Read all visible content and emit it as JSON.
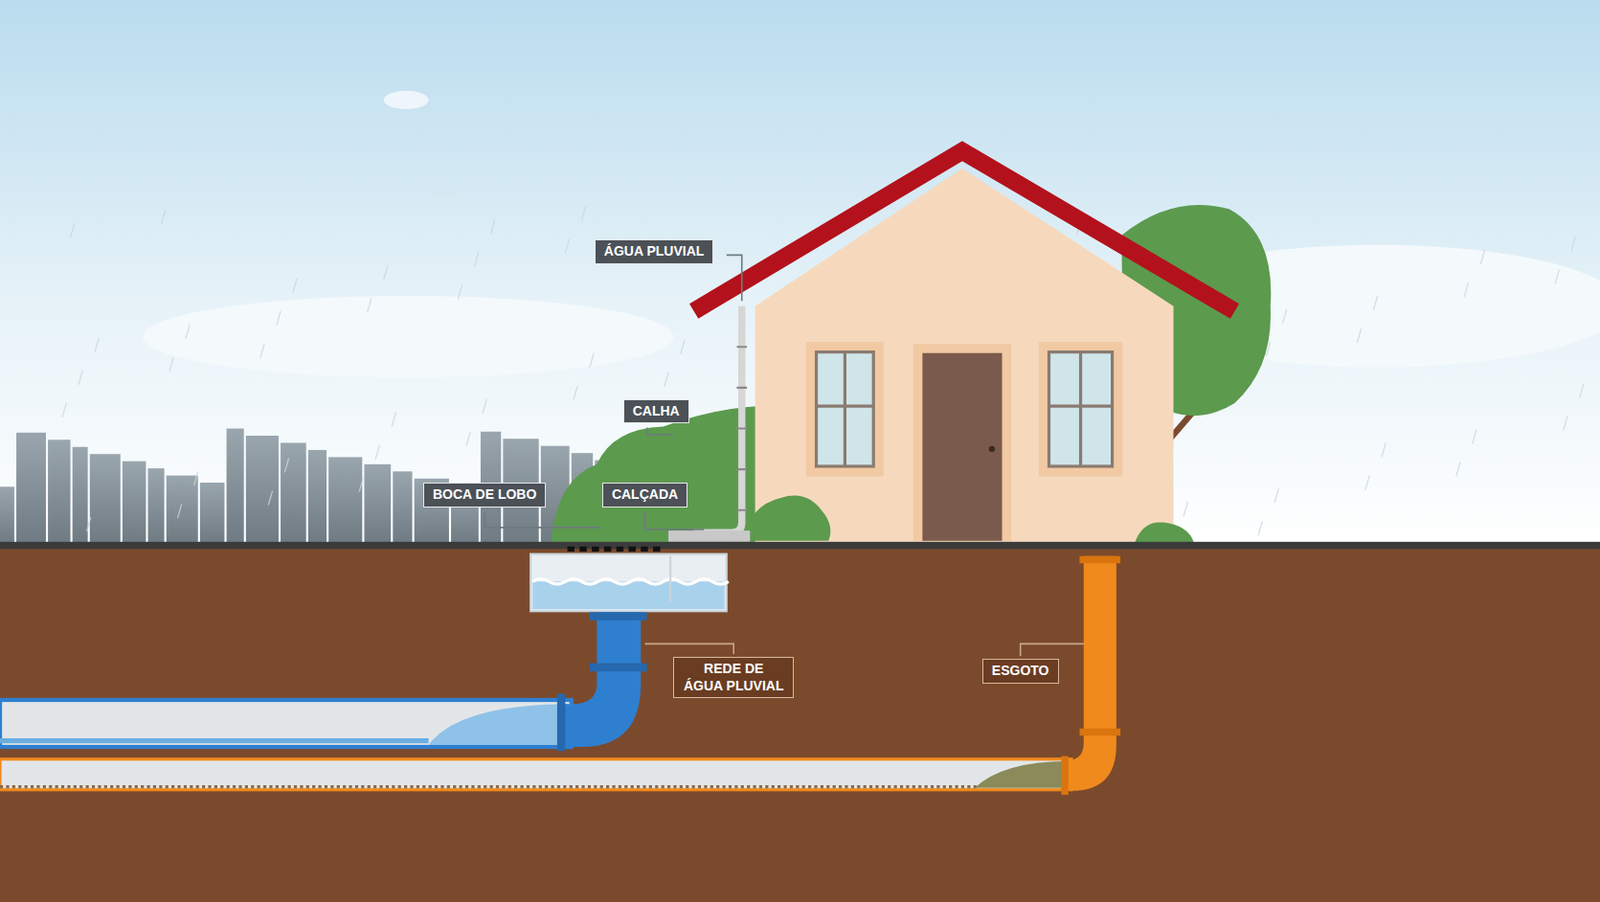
{
  "diagram": {
    "nodes": [
      {
        "text": [
          "ÁGUA PLUVIAL"
        ]
      },
      {
        "text": [
          "CALHA"
        ]
      },
      {
        "text": [
          "BOCA DE LOBO"
        ]
      },
      {
        "text": [
          "CALÇADA"
        ]
      },
      {
        "text": [
          "REDE DE ÁGUA PLUVIAL"
        ]
      },
      {
        "text": [
          "ESGOTO"
        ]
      }
    ]
  }
}
